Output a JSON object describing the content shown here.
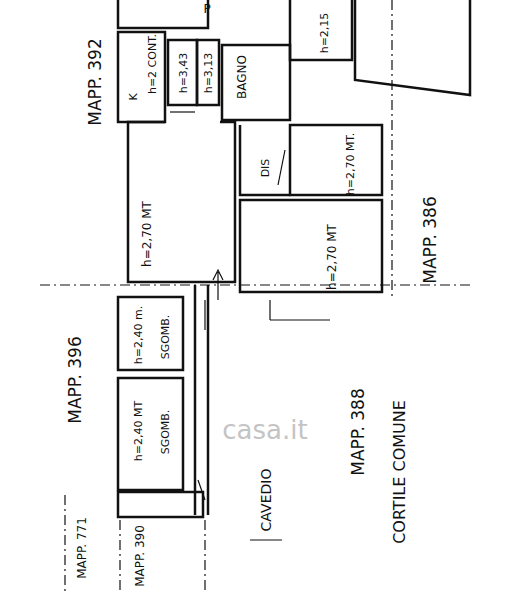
{
  "diagram": {
    "nodes": [
      {
        "text": [
          "K",
          "h=2 CONT."
        ]
      },
      {
        "text": [
          "h=3,43"
        ]
      },
      {
        "text": [
          "h=3,13"
        ]
      },
      {
        "text": [
          "BAGNO"
        ]
      },
      {
        "text": [
          "h=2,15"
        ]
      },
      {
        "text": [
          "DIS"
        ]
      },
      {
        "text": [
          "h=2,70 MT."
        ]
      },
      {
        "text": [
          "h=2,70 MT"
        ]
      },
      {
        "text": [
          "h=2,70 MT"
        ]
      },
      {
        "text": [
          "h=2,40 m.",
          "SGOMB."
        ]
      },
      {
        "text": [
          "h=2,40 MT",
          "SGOMB."
        ]
      }
    ],
    "labels": [
      "P",
      "MAPP. 392",
      "MAPP. 386",
      "MAPP. 396",
      "MAPP. 388",
      "CORTILE COMUNE",
      "CAVEDIO",
      "MAPP. 771",
      "MAPP. 390",
      "casa.it"
    ]
  }
}
